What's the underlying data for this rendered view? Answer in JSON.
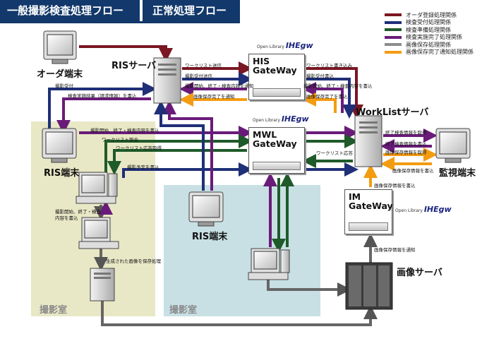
{
  "header": {
    "tab1": "一般撮影検査処理フロー",
    "tab2": "正常処理フロー"
  },
  "colors": {
    "order": "#7a1722",
    "reception": "#1f2f78",
    "prep": "#1f5a2a",
    "complete": "#6a1b7a",
    "save": "#8c8c8c",
    "save_notify": "#f39c12",
    "title_bg": "#13386b",
    "room1_bg": "#e8e8c6",
    "room2_bg": "#c8e0e4"
  },
  "legend": [
    {
      "label": "オーダ登録処理関係",
      "color": "#7a1722"
    },
    {
      "label": "検査受付処理関係",
      "color": "#1f2f78"
    },
    {
      "label": "検査準備処理関係",
      "color": "#1f5a2a"
    },
    {
      "label": "検査実施完了処理関係",
      "color": "#6a1b7a"
    },
    {
      "label": "画像保存処理関係",
      "color": "#8c8c8c"
    },
    {
      "label": "画像保存完了通知処理関係",
      "color": "#f39c12"
    }
  ],
  "rooms": {
    "room1": "撮影室",
    "room2": "撮影室"
  },
  "nodes": {
    "order_terminal": "オーダ端末",
    "ris_server": "RISサーバ",
    "ris_terminal_left": "RIS端末",
    "ris_terminal_center": "RIS端末",
    "worklist_server": "WorkListサーバ",
    "monitor_terminal": "監視端末",
    "image_server": "画像サーバ"
  },
  "gateways": {
    "his": {
      "line1": "HIS",
      "line2": "GateWay",
      "brand_small": "Open Library",
      "brand_logo": "IHEgw"
    },
    "mwl": {
      "line1": "MWL",
      "line2": "GateWay",
      "brand_small": "Open Library",
      "brand_logo": "IHEgw"
    },
    "im": {
      "line1": "IM",
      "line2": "GateWay",
      "brand_small": "Open Library",
      "brand_logo": "IHEgw"
    }
  },
  "messages": {
    "worklist_send": "ワークリスト送信",
    "reception_send": "撮影受付送信",
    "worklist_write": "ワークリスト書き込み",
    "reception_write": "撮影受付書込",
    "exam_notify": "撮影開始、終了・検査内容を通知",
    "exam_write_his": "撮影開始、終了・検査内容を書込",
    "save_done_notify": "画像保存完了を通知",
    "save_done_write": "画像保存完了を書込",
    "reception": "撮影受付",
    "exam_result_write": "検査実施結果（請求情報）を書込",
    "exam_write_mwl": "撮影開始、終了・検査内容を書込",
    "worklist_query": "ワークリスト照合",
    "worklist_resp_get": "ワークリスト応答取得",
    "schedule_write": "撮影予定を書込",
    "worklist_resp": "ワークリスト応答",
    "done_info_get": "終了検査情報を取得",
    "done_info_write": "終了検査情報を書込",
    "save_info_get": "画像保存情報を取得",
    "save_info_write_mon": "画像保存情報を書込",
    "save_info_write": "画像保存情報を書込",
    "save_info_notify": "画像保存情報を通知",
    "modality_exam": "撮影開始、終了・検査内容を書込",
    "generated_image_save": "生成された画像を保存処理"
  }
}
